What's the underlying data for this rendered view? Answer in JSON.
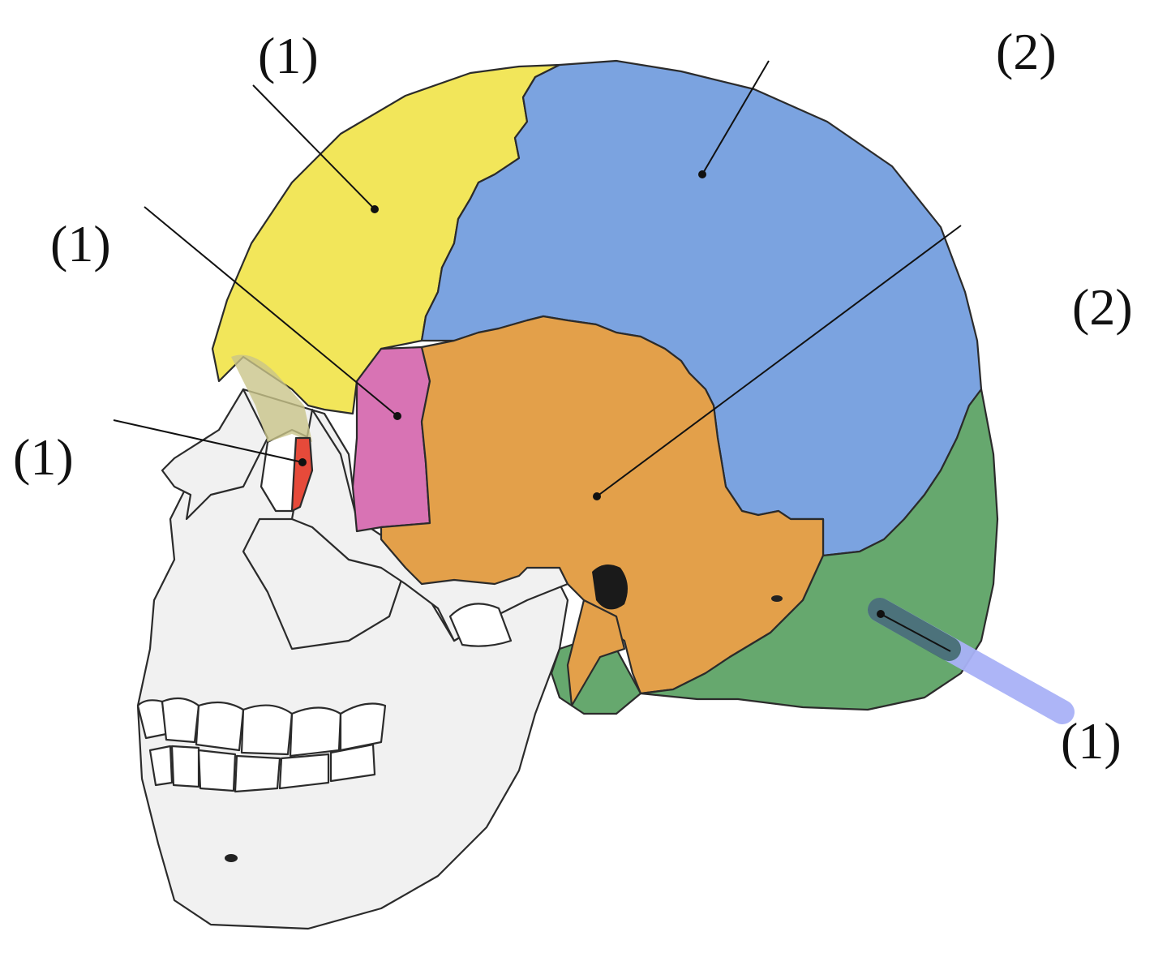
{
  "diagram": {
    "labels": [
      "(1)",
      "(2)",
      "(1)",
      "(2)",
      "(1)",
      "(1)"
    ],
    "colors": {
      "frontal": "#f2e65a",
      "parietal": "#7ba3e0",
      "temporal": "#e3a04a",
      "occipital": "#66a86e",
      "sphenoid": "#d873b4",
      "lacrimal": "#e64a3a",
      "skull": "#f1f1f1",
      "highlight": "#a9b2f7"
    }
  }
}
